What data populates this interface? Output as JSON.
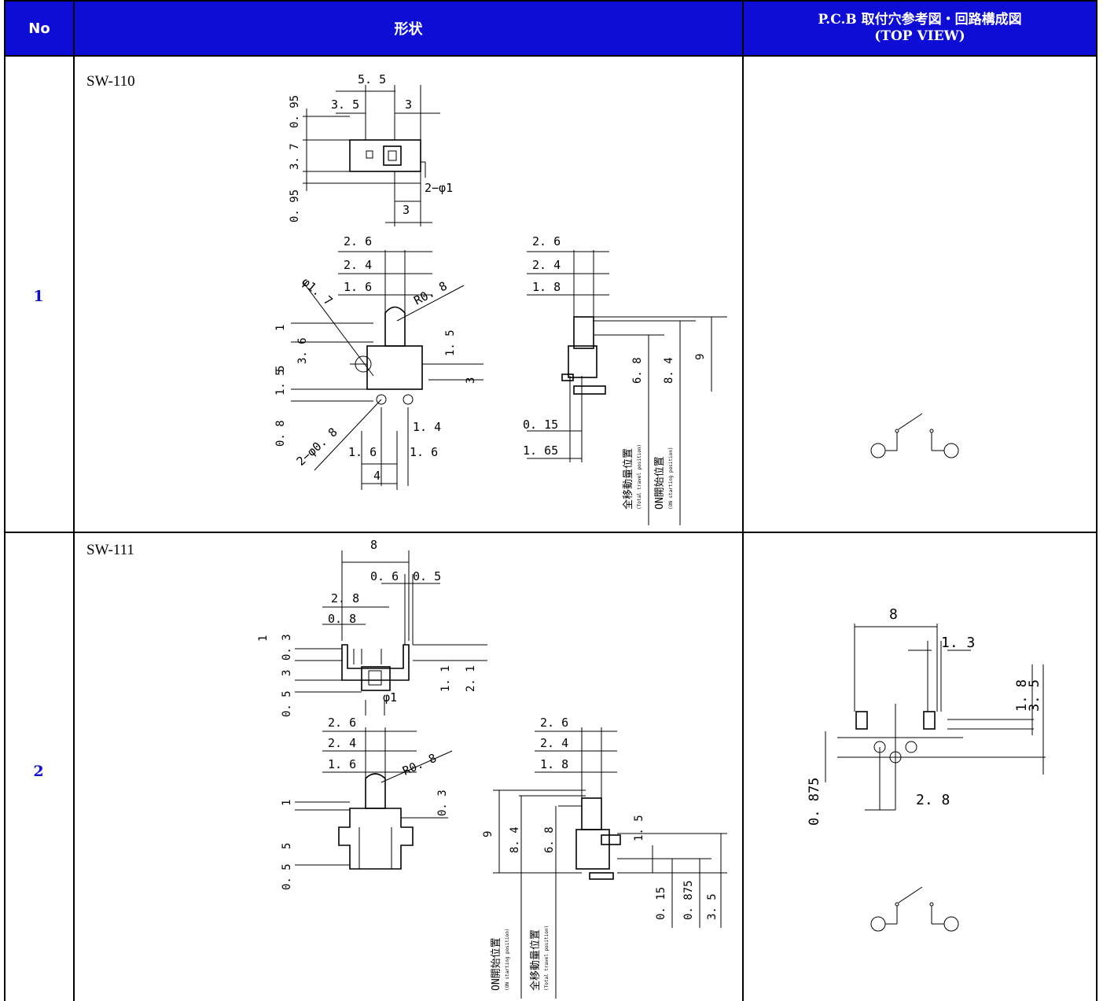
{
  "header": {
    "no": "No",
    "shape": "形状",
    "pcb_line1": "P.C.B 取付穴参考図・回路構成図",
    "pcb_line2": "(TOP VIEW)"
  },
  "rows": [
    {
      "no": "1",
      "model": "SW-110",
      "dims": {
        "top": [
          "5. 5",
          "3. 5",
          "3",
          "0. 95",
          "3. 7",
          "0. 95",
          "2−φ1",
          "3"
        ],
        "front": [
          "2. 6",
          "2. 4",
          "1. 6",
          "R0. 8",
          "φ1. 7",
          "1",
          "3. 6",
          "5",
          "1. 5",
          "0. 8",
          "1. 5",
          "3",
          "2−φ0. 8",
          "1. 4",
          "1. 6",
          "1. 6",
          "4"
        ],
        "side": [
          "2. 6",
          "2. 4",
          "1. 8",
          "6. 8",
          "8. 4",
          "9",
          "0. 15",
          "1. 65"
        ],
        "labels": [
          "全移動量位置",
          "(Total travel position)",
          "ON開始位置",
          "(ON starting position)"
        ]
      }
    },
    {
      "no": "2",
      "model": "SW-111",
      "dims": {
        "top": [
          "8",
          "0. 6",
          "0. 5",
          "2. 8",
          "0. 8",
          "1",
          "0. 3",
          "3",
          "0. 5",
          "φ1",
          "1. 1",
          "2. 1"
        ],
        "front": [
          "2. 6",
          "2. 4",
          "1. 6",
          "R0. 8",
          "1",
          "0. 3",
          "5",
          "0. 5"
        ],
        "side": [
          "2. 6",
          "2. 4",
          "1. 8",
          "9",
          "8. 4",
          "6. 8",
          "1. 5",
          "0. 15",
          "0. 875",
          "3. 5"
        ],
        "labels": [
          "ON開始位置",
          "(ON starting position)",
          "全移動量位置",
          "(Total travel position)"
        ]
      },
      "pcb": [
        "8",
        "1. 3",
        "1. 8",
        "3. 5",
        "0. 875",
        "2. 8"
      ]
    }
  ]
}
